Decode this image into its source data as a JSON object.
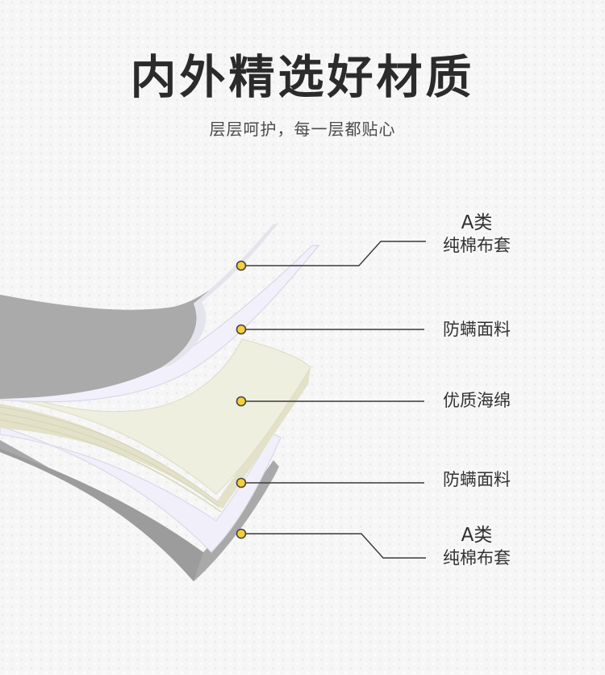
{
  "header": {
    "title": "内外精选好材质",
    "subtitle": "层层呵护，每一层都贴心"
  },
  "layers": [
    {
      "grade": "A类",
      "name": "纯棉布套"
    },
    {
      "grade": "",
      "name": "防螨面料"
    },
    {
      "grade": "",
      "name": "优质海绵"
    },
    {
      "grade": "",
      "name": "防螨面料"
    },
    {
      "grade": "A类",
      "name": "纯棉布套"
    }
  ],
  "colors": {
    "marker_fill": "#f5cf3c",
    "marker_stroke": "#444444",
    "leader_line": "#3a3a3a",
    "cotton_cover": "#a9a9a9",
    "mite_fabric": "#f1f0fb",
    "sponge": "#efefe0"
  }
}
